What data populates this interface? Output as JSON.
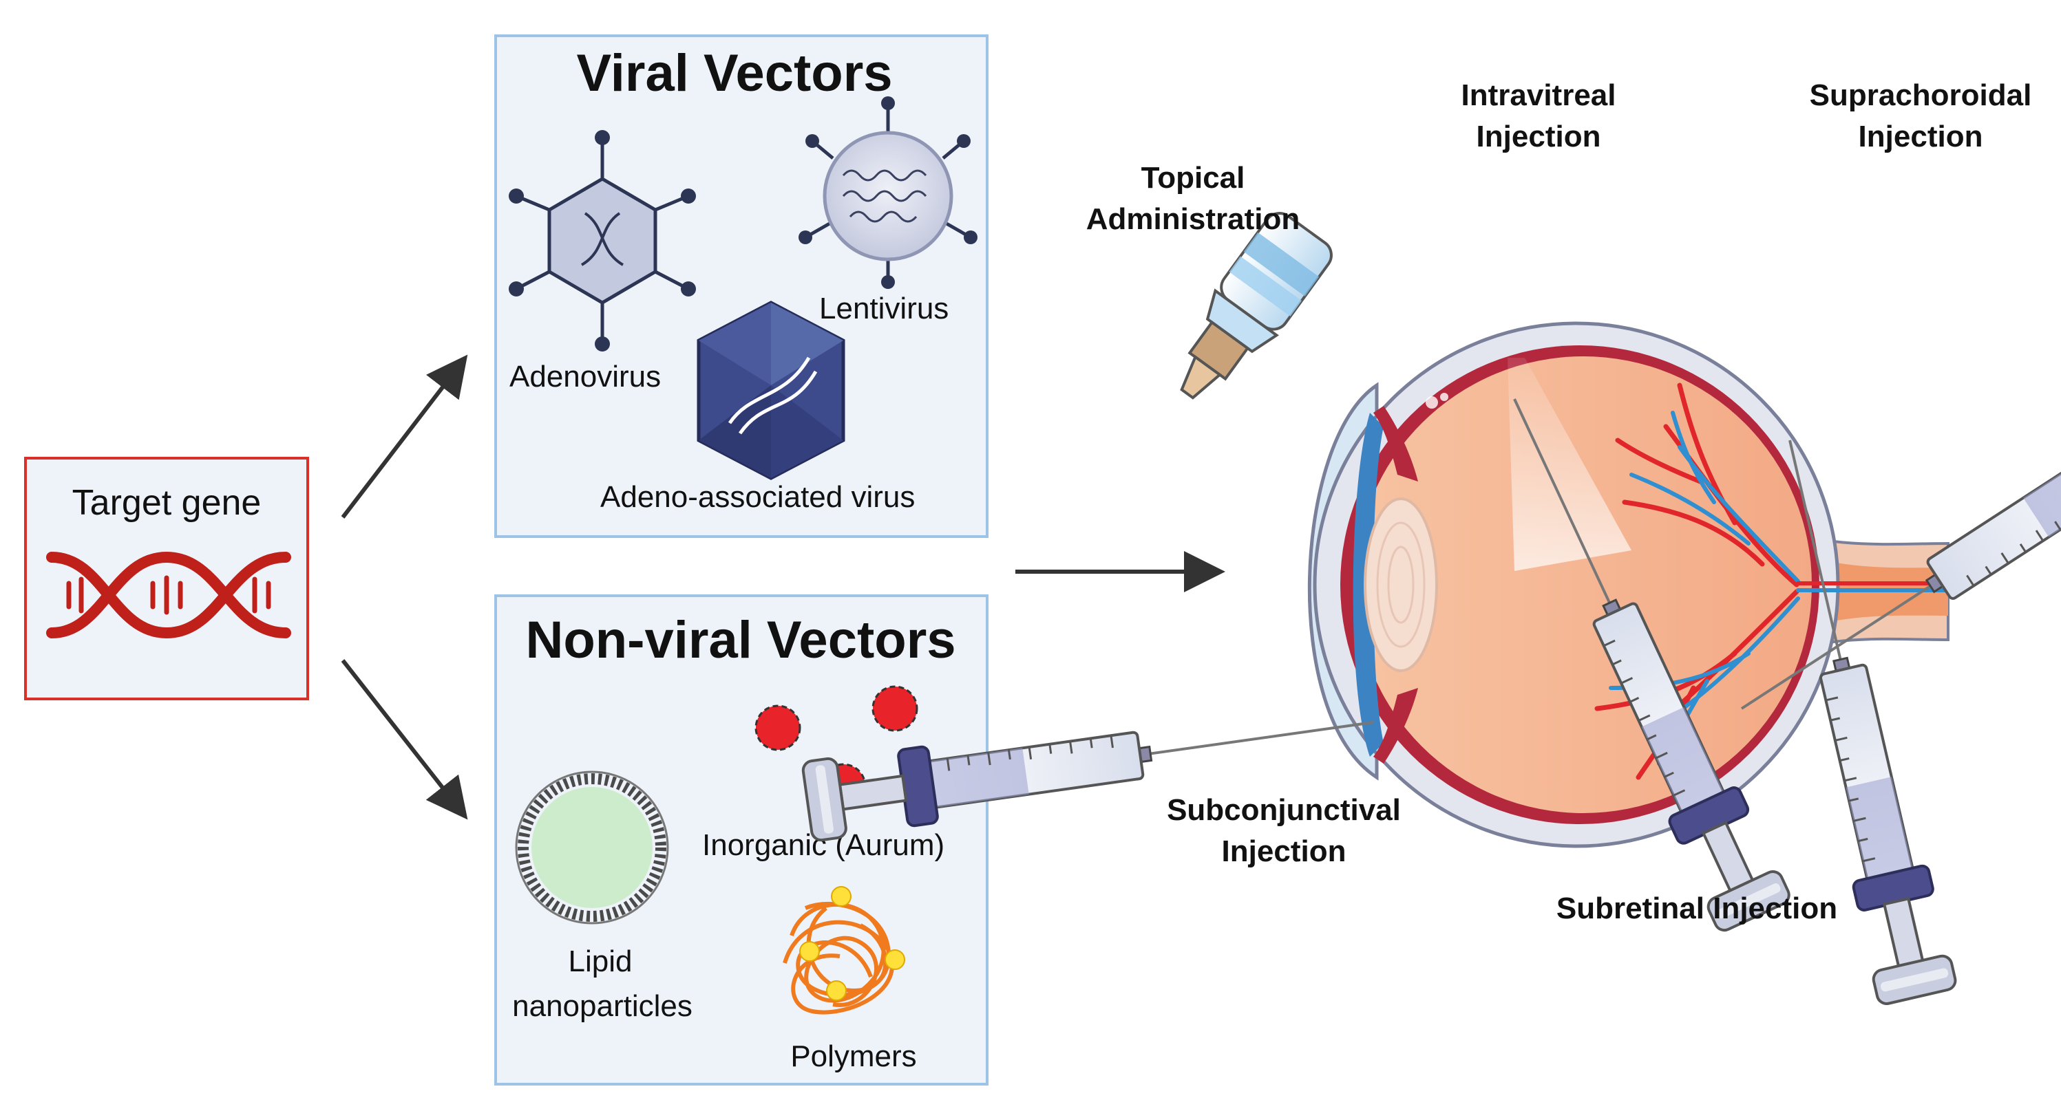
{
  "target": {
    "title": "Target gene"
  },
  "viral": {
    "title": "Viral Vectors",
    "adenovirus": "Adenovirus",
    "lentivirus": "Lentivirus",
    "aav": "Adeno-associated virus"
  },
  "nonviral": {
    "title": "Non-viral Vectors",
    "inorganic": "Inorganic (Aurum)",
    "lipid_line1": "Lipid",
    "lipid_line2": "nanoparticles",
    "polymers": "Polymers"
  },
  "routes": {
    "topical_line1": "Topical",
    "topical_line2": "Administration",
    "intravitreal_line1": "Intravitreal",
    "intravitreal_line2": "Injection",
    "suprachoroidal_line1": "Suprachoroidal",
    "suprachoroidal_line2": "Injection",
    "subconjunctival_line1": "Subconjunctival",
    "subconjunctival_line2": "Injection",
    "subretinal": "Subretinal Injection"
  },
  "colors": {
    "dna_red": "#c0201a",
    "box_border_red": "#d9302a",
    "box_border_blue": "#9dc3e6",
    "box_fill": "#eef3fa",
    "sclera": "#e3e6ef",
    "retina": "#f6b48e",
    "vessel_red": "#e0262a",
    "vessel_blue": "#2f8fd1",
    "syringe_purple": "#4b4d8c"
  }
}
